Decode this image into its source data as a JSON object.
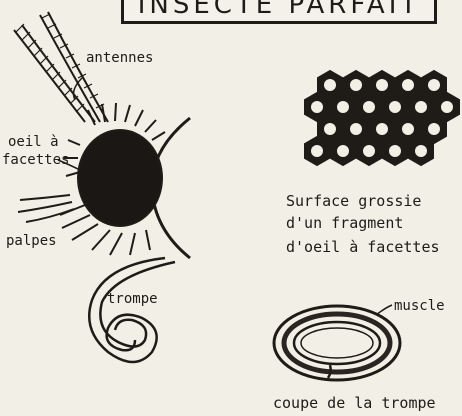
{
  "title": "INSECTE PARFAIT",
  "labels": {
    "antennes": "antennes",
    "oeil_line1": "oeil à",
    "oeil_line2": "facettes",
    "palpes": "palpes",
    "trompe": "trompe",
    "muscle": "muscle"
  },
  "captions": {
    "surface_line1": "Surface grossie",
    "surface_line2": "d'un fragment",
    "surface_line3": "d'oeil à facettes",
    "coupe": "coupe de la trompe"
  },
  "colors": {
    "ink": "#1f1c18",
    "paper": "#f1efe6"
  }
}
